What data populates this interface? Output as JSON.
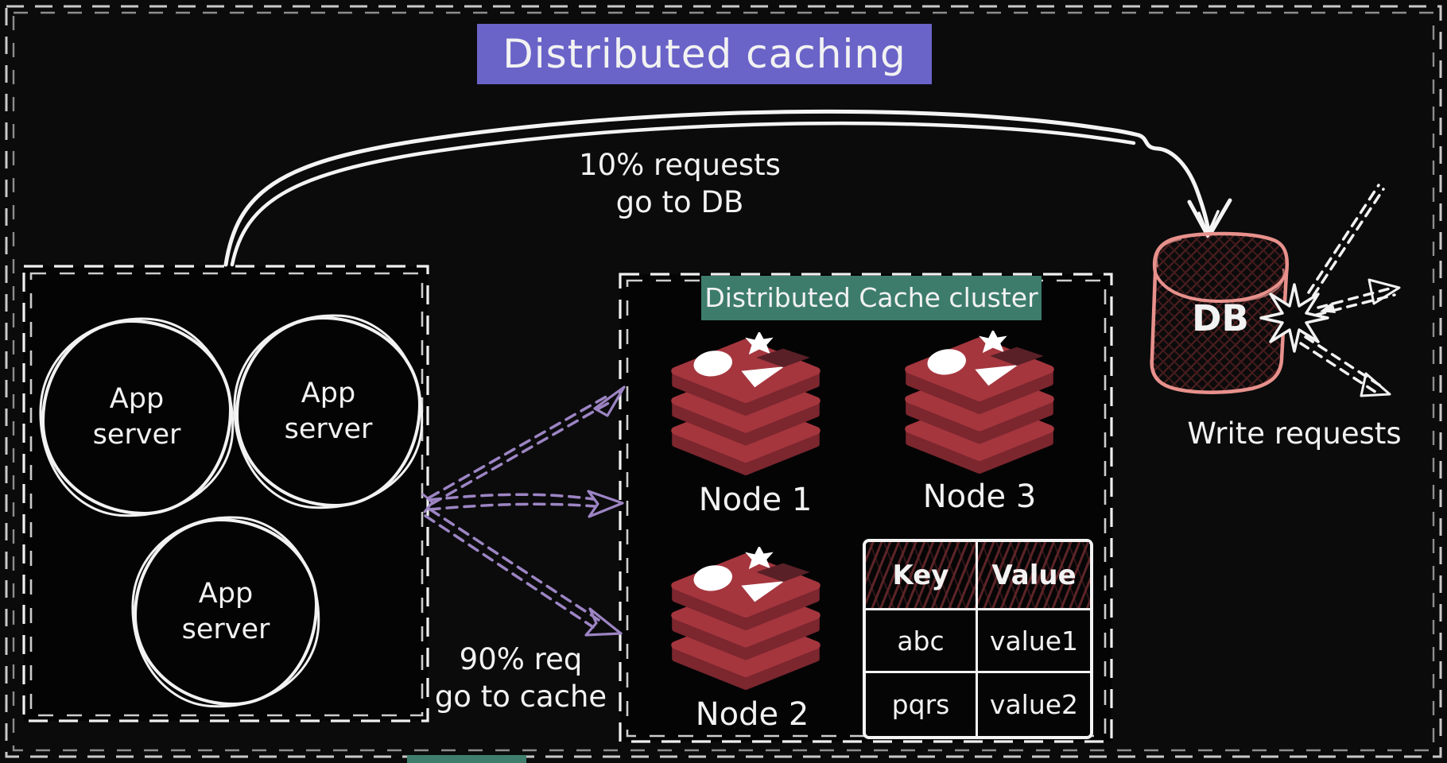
{
  "title": "Distributed caching",
  "app_server_group": {
    "servers": [
      "App server",
      "App server",
      "App server"
    ]
  },
  "cache_cluster": {
    "label": "Distributed Cache cluster",
    "nodes": [
      "Node 1",
      "Node 3",
      "Node 2"
    ],
    "table": {
      "headers": [
        "Key",
        "Value"
      ],
      "rows": [
        [
          "abc",
          "value1"
        ],
        [
          "pqrs",
          "value2"
        ]
      ]
    }
  },
  "database": {
    "label": "DB",
    "write_label": "Write requests"
  },
  "flows": {
    "db_flow": "10% requests\ngo to DB",
    "cache_flow": "90% req\ngo to cache"
  },
  "icons": {
    "cache_node": "redis-database-icon",
    "database": "db-cylinder-icon",
    "write_burst": "starburst-icon"
  },
  "colors": {
    "background": "#0b0b0c",
    "title_highlight": "#6a63c8",
    "cluster_highlight": "#3d7c6b",
    "redis_red": "#a5363e",
    "redis_red_dark": "#7c262e",
    "db_outline": "#e8918c",
    "db_hatch": "#4e1e1f",
    "cache_arrow_purple": "#9d85c4",
    "sketch_white": "#f2f2f2",
    "outer_border_gray": "#c9c9c9"
  }
}
